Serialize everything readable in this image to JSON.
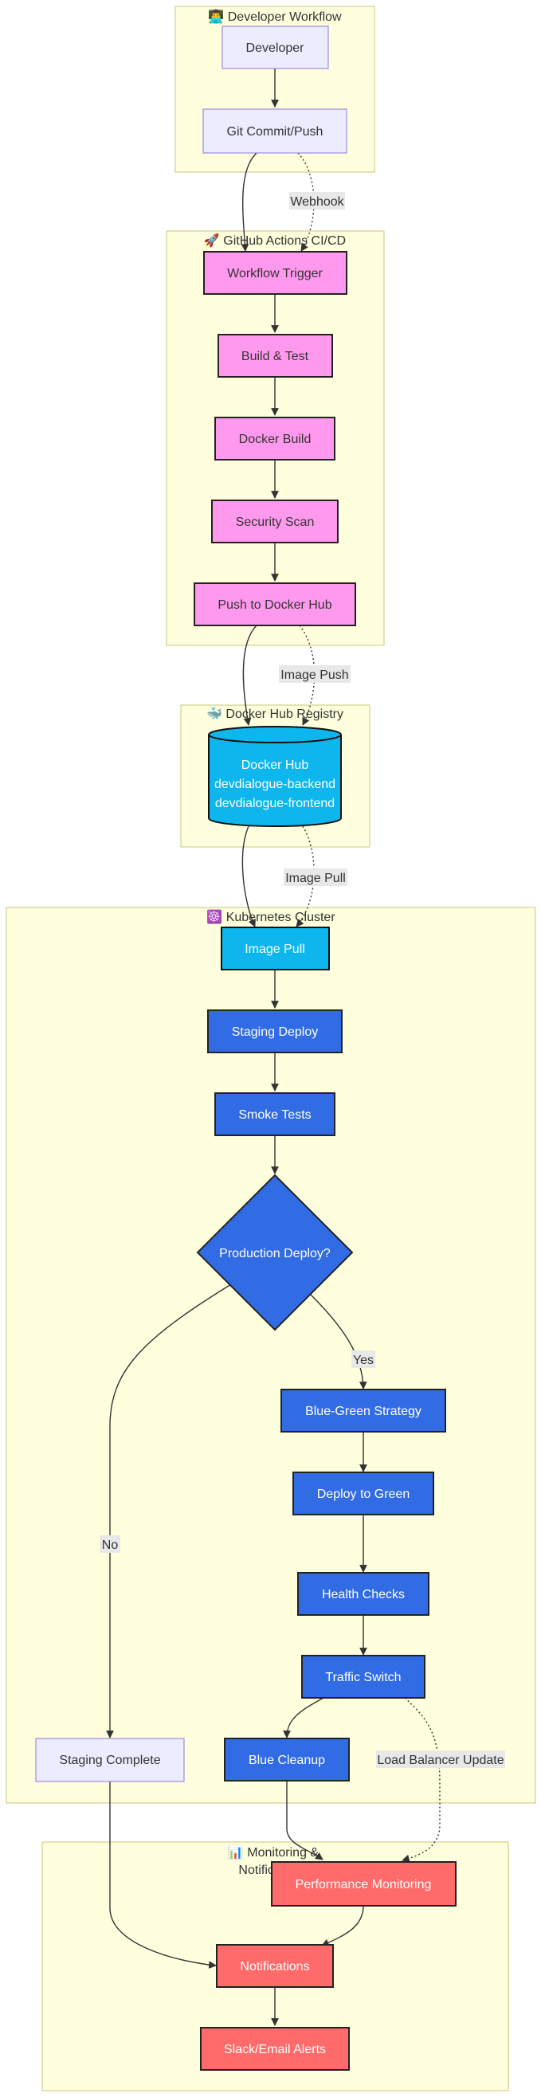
{
  "clusters": {
    "developer": "👨‍💻 Developer Workflow",
    "github": "🚀 GitHub Actions CI/CD",
    "dockerhub": "🐳 Docker Hub Registry",
    "kubernetes": "☸️ Kubernetes Cluster",
    "monitoring_line1": "📊 Monitoring &",
    "monitoring_line2": "Notifications"
  },
  "nodes": {
    "developer": "Developer",
    "git_commit": "Git Commit/Push",
    "workflow_trigger": "Workflow Trigger",
    "build_test": "Build & Test",
    "docker_build": "Docker Build",
    "security_scan": "Security Scan",
    "push_docker_hub": "Push to Docker Hub",
    "docker_hub_line1": "Docker Hub",
    "docker_hub_line2": "devdialogue-backend",
    "docker_hub_line3": "devdialogue-frontend",
    "image_pull": "Image Pull",
    "staging_deploy": "Staging Deploy",
    "smoke_tests": "Smoke Tests",
    "production_deploy": "Production Deploy?",
    "blue_green": "Blue-Green Strategy",
    "deploy_green": "Deploy to Green",
    "health_checks": "Health Checks",
    "traffic_switch": "Traffic Switch",
    "blue_cleanup": "Blue Cleanup",
    "staging_complete": "Staging Complete",
    "performance_monitoring": "Performance Monitoring",
    "notifications": "Notifications",
    "slack_email": "Slack/Email Alerts"
  },
  "edge_labels": {
    "webhook": "Webhook",
    "image_push": "Image Push",
    "image_pull": "Image Pull",
    "yes": "Yes",
    "no": "No",
    "load_balancer_update": "Load Balancer Update"
  },
  "colors": {
    "cluster_fill": "#ffffde",
    "cluster_stroke": "#c7c779",
    "developer_node": "#ececff",
    "github_node": "#ff99ee",
    "dockerhub_node": "#0db7ed",
    "kubernetes_node": "#326ce5",
    "monitoring_node": "#ff6b6b"
  }
}
